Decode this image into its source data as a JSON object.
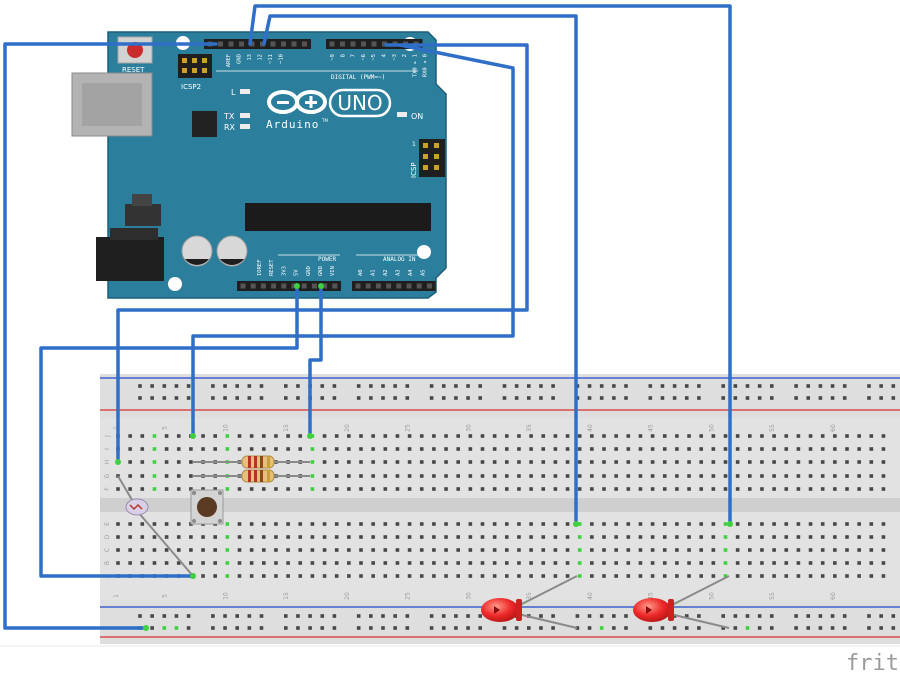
{
  "board": {
    "reset_label": "RESET",
    "icsp2_label": "ICSP2",
    "icsp_label": "ICSP",
    "brand": "Arduino",
    "model": "UNO",
    "tm": "TM",
    "led_l": "L",
    "led_tx": "TX",
    "led_rx": "RX",
    "led_on": "ON",
    "digital_label": "DIGITAL (PWM=~)",
    "power_label": "POWER",
    "analog_label": "ANALOG IN",
    "icsp_pin1": "1",
    "top_headers": [
      "AREF",
      "GND",
      "13",
      "12",
      "~11",
      "~10",
      "~9",
      "8",
      "7",
      "~6",
      "~5",
      "4",
      "~3",
      "2",
      "TX0 ▸ 1",
      "RX0 ◂ 0"
    ],
    "power_headers": [
      "IOREF",
      "RESET",
      "3V3",
      "5V",
      "GND",
      "GND",
      "VIN"
    ],
    "analog_headers": [
      "A0",
      "A1",
      "A2",
      "A3",
      "A4",
      "A5"
    ]
  },
  "breadboard": {
    "column_numbers": [
      "1",
      "5",
      "10",
      "15",
      "20",
      "25",
      "30",
      "35",
      "40",
      "45",
      "50",
      "55",
      "60"
    ],
    "top_row_letters": [
      "J",
      "I",
      "H",
      "G",
      "F"
    ],
    "bottom_row_letters": [
      "E",
      "D",
      "C",
      "B",
      "A"
    ]
  },
  "components": {
    "resistors": 2,
    "leds": 2,
    "pushbuttons": 1,
    "photoresistors": 1
  },
  "colors": {
    "board": "#2b7e9c",
    "board_edge": "#1c5f78",
    "wire": "#2f6fc7",
    "breadboard": "#e2e2e2",
    "rail_red": "#d94a4a",
    "rail_blue": "#3f5fd0",
    "hole": "#474747",
    "hole_active": "#3fcf3f",
    "led": "#e8242a",
    "leg": "#8a8a8a"
  },
  "watermark": "fritzing"
}
